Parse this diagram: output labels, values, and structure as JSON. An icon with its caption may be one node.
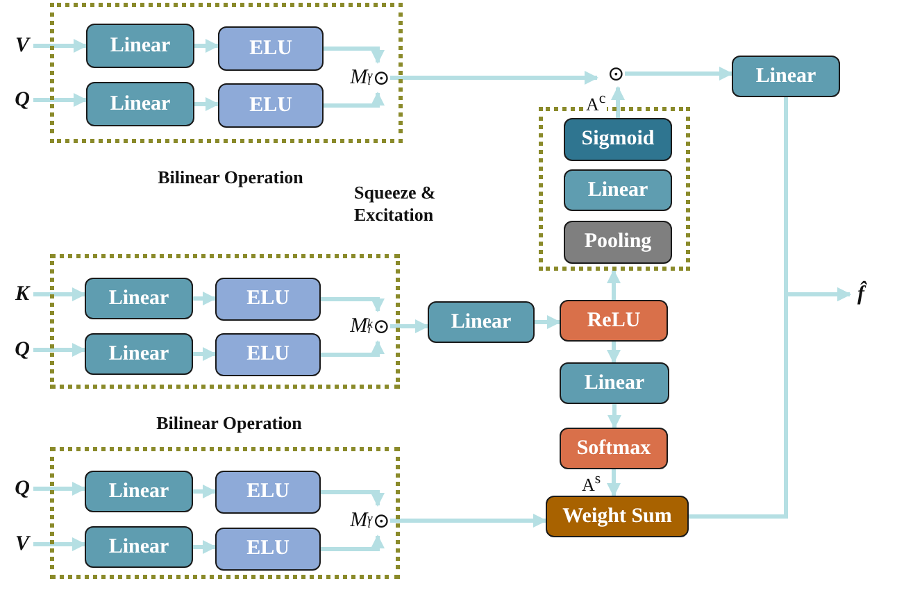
{
  "diagram": {
    "nodes": [
      {
        "text": [
          "V"
        ]
      },
      {
        "text": [
          "Q"
        ]
      },
      {
        "text": [
          "Bilinear Operation"
        ]
      },
      {
        "text": [
          "Linear"
        ],
        "in": 2
      },
      {
        "text": [
          "ELU"
        ],
        "in": 2
      },
      {
        "text": [
          "Linear"
        ],
        "in": 2
      },
      {
        "text": [
          "ELU"
        ],
        "in": 2
      },
      {
        "text": [
          "M$_{i}$$^{v}$⊙"
        ],
        "in": 2
      },
      {
        "text": [
          "⊙"
        ]
      },
      {
        "text": [
          "Linear"
        ]
      },
      {
        "text": [],
        "shape": "box"
      },
      {
        "text": [
          "Sigmoid"
        ],
        "in": 10
      },
      {
        "text": [
          "Linear"
        ],
        "in": 10
      },
      {
        "text": [
          "Pooling"
        ],
        "in": 10
      },
      {
        "text": [
          "f̂"
        ]
      },
      {
        "text": [
          "K"
        ]
      },
      {
        "text": [
          "Q"
        ]
      },
      {
        "text": [
          "Bilinear Operation"
        ]
      },
      {
        "text": [
          "Linear"
        ],
        "in": 17
      },
      {
        "text": [
          "ELU"
        ],
        "in": 17
      },
      {
        "text": [
          "Linear"
        ],
        "in": 17
      },
      {
        "text": [
          "ELU"
        ],
        "in": 17
      },
      {
        "text": [
          "M$_{i}$$^{k}$⊙"
        ],
        "in": 17
      },
      {
        "text": [
          "Linear"
        ]
      },
      {
        "text": [
          "ReLU"
        ]
      },
      {
        "text": [
          "Linear"
        ]
      },
      {
        "text": [
          "Softmax"
        ]
      },
      {
        "text": [
          "Q"
        ]
      },
      {
        "text": [
          "V"
        ]
      },
      {
        "text": [],
        "shape": "box"
      },
      {
        "text": [
          "Linear"
        ],
        "in": 29
      },
      {
        "text": [
          "ELU"
        ],
        "in": 29
      },
      {
        "text": [
          "Linear"
        ],
        "in": 29
      },
      {
        "text": [
          "ELU"
        ],
        "in": 29
      },
      {
        "text": [
          "M$_{i}$$^{v}$⊙"
        ],
        "in": 29
      },
      {
        "text": [
          "Weight Sum"
        ]
      }
    ],
    "edges": [
      {
        "from": 0,
        "to": 3,
        "arrow": "to"
      },
      {
        "from": 1,
        "to": 5,
        "arrow": "to"
      },
      {
        "from": 3,
        "to": 4,
        "arrow": "to"
      },
      {
        "from": 5,
        "to": 6,
        "arrow": "to"
      },
      {
        "from": 4,
        "to": 7,
        "arrow": "to"
      },
      {
        "from": 6,
        "to": 7,
        "arrow": "to"
      },
      {
        "from": 7,
        "to": 8,
        "arrow": "to"
      },
      {
        "from": 11,
        "to": 8,
        "arrow": "to",
        "label": "A$^{c}$"
      },
      {
        "from": 8,
        "to": 9,
        "arrow": "to"
      },
      {
        "from": 9,
        "to": 14,
        "arrow": "to"
      },
      {
        "from": 15,
        "to": 18,
        "arrow": "to"
      },
      {
        "from": 16,
        "to": 20,
        "arrow": "to"
      },
      {
        "from": 18,
        "to": 19,
        "arrow": "to"
      },
      {
        "from": 20,
        "to": 21,
        "arrow": "to"
      },
      {
        "from": 19,
        "to": 22,
        "arrow": "to"
      },
      {
        "from": 21,
        "to": 22,
        "arrow": "to"
      },
      {
        "from": 22,
        "to": 23,
        "arrow": "to"
      },
      {
        "from": 23,
        "to": 24,
        "arrow": "to"
      },
      {
        "from": 24,
        "to": 10,
        "arrow": "to"
      },
      {
        "from": 24,
        "to": 25,
        "arrow": "to"
      },
      {
        "from": 25,
        "to": 26,
        "arrow": "to"
      },
      {
        "from": 26,
        "to": 35,
        "arrow": "to",
        "label": "A$^{s}$"
      },
      {
        "from": 27,
        "to": 30,
        "arrow": "to"
      },
      {
        "from": 28,
        "to": 32,
        "arrow": "to"
      },
      {
        "from": 30,
        "to": 31,
        "arrow": "to"
      },
      {
        "from": 32,
        "to": 33,
        "arrow": "to"
      },
      {
        "from": 31,
        "to": 34,
        "arrow": "to"
      },
      {
        "from": 33,
        "to": 34,
        "arrow": "to"
      },
      {
        "from": 34,
        "to": 35,
        "arrow": "to"
      },
      {
        "from": 35,
        "to": 14,
        "arrow": "to"
      }
    ],
    "labels": [
      "Squeeze & Excitation"
    ]
  }
}
